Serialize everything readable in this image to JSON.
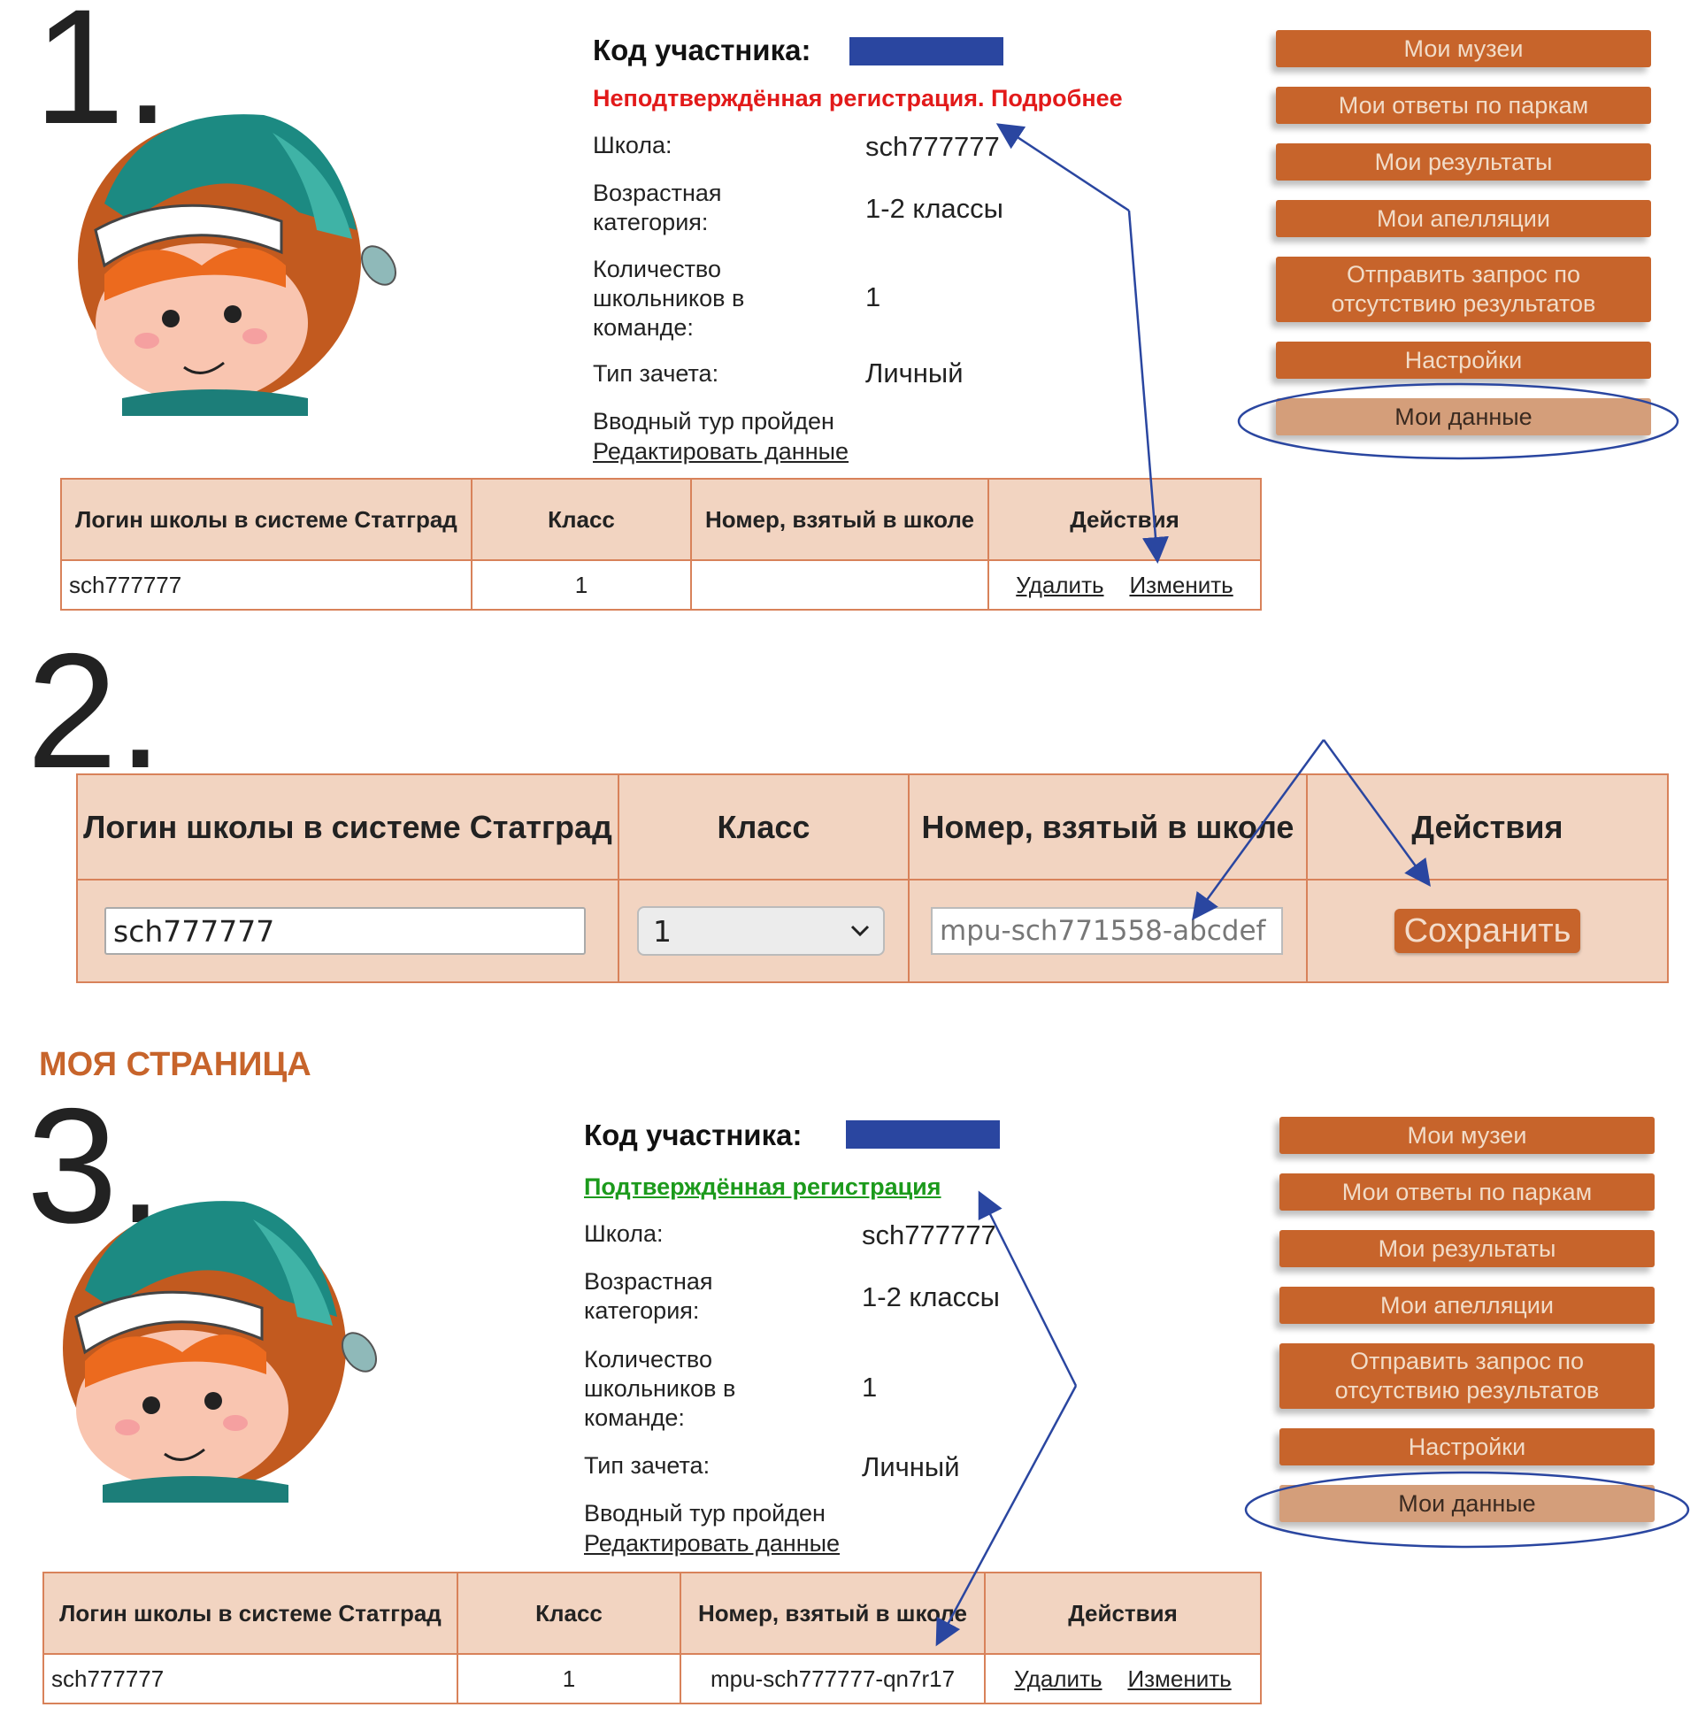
{
  "steps": [
    "1.",
    "2.",
    "3."
  ],
  "heading": "МОЯ СТРАНИЦА",
  "colors": {
    "accent": "#c7642b",
    "active_menu": "#d49e7a",
    "table_header": "#f2d4c1",
    "code_box": "#2a46a0",
    "annotation": "#2a46a0",
    "status_unconfirmed": "#e21a1a",
    "status_confirmed": "#1c9a1c"
  },
  "profile": {
    "code_label": "Код участника:",
    "school_label": "Школа:",
    "school_value": "sch777777",
    "age_label": "Возрастная категория:",
    "age_value": "1-2 классы",
    "count_label": "Количество школьников в команде:",
    "count_value": "1",
    "type_label": "Тип зачета:",
    "type_value": "Личный",
    "intro_done": "Вводный тур пройден",
    "edit_link": "Редактировать данные"
  },
  "status1": {
    "text": "Неподтверждённая регистрация.",
    "link": "Подробнее"
  },
  "status3": {
    "text": "Подтверждённая регистрация"
  },
  "menu": [
    "Мои музеи",
    "Мои ответы по паркам",
    "Мои результаты",
    "Мои апелляции",
    "Отправить запрос по отсутствию результатов",
    "Настройки",
    "Мои данные"
  ],
  "table": {
    "headers": [
      "Логин школы в системе Статград",
      "Класс",
      "Номер, взятый в школе",
      "Действия"
    ],
    "delete": "Удалить",
    "edit": "Изменить"
  },
  "row1": {
    "login": "sch777777",
    "class": "1",
    "number": ""
  },
  "row3": {
    "login": "sch777777",
    "class": "1",
    "number": "mpu-sch777777-qn7r17"
  },
  "edit_form": {
    "login_value": "sch777777",
    "class_value": "1",
    "number_placeholder": "mpu-sch771558-abcdef",
    "save": "Сохранить"
  }
}
